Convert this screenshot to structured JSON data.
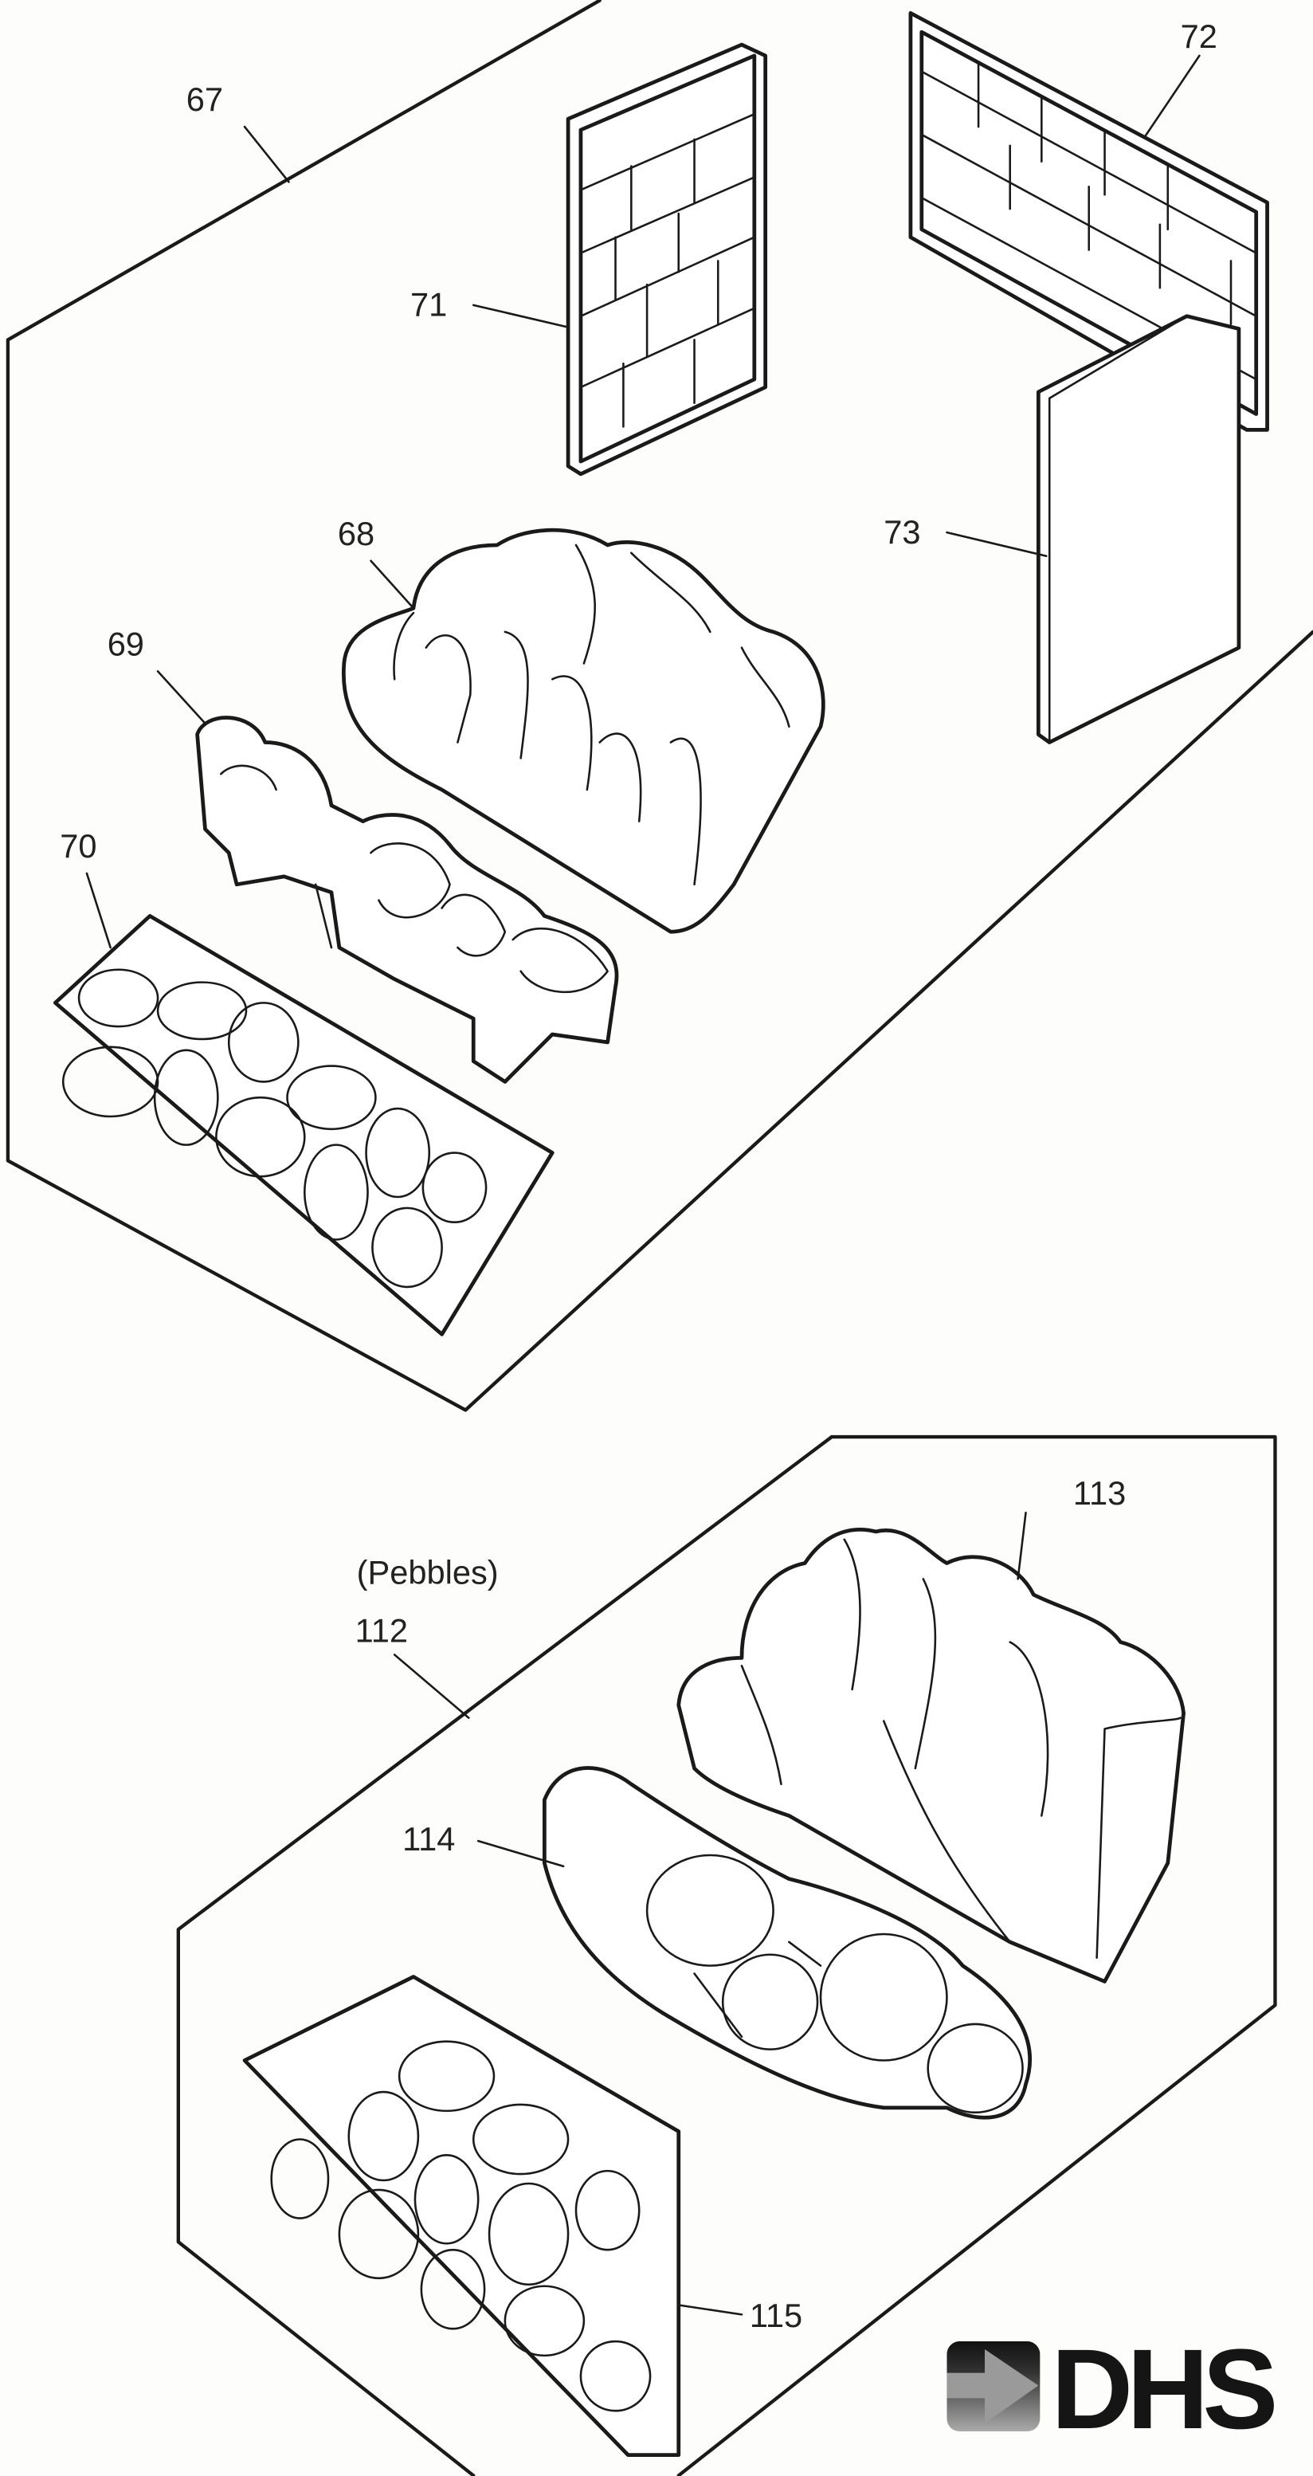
{
  "labels": {
    "l67": "67",
    "l68": "68",
    "l69": "69",
    "l70": "70",
    "l71": "71",
    "l72": "72",
    "l73": "73",
    "pebbles_caption": "(Pebbles)",
    "l112": "112",
    "l113": "113",
    "l114": "114",
    "l115": "115"
  },
  "logo": {
    "text": "DHS",
    "icon": "arrow-right-icon"
  }
}
